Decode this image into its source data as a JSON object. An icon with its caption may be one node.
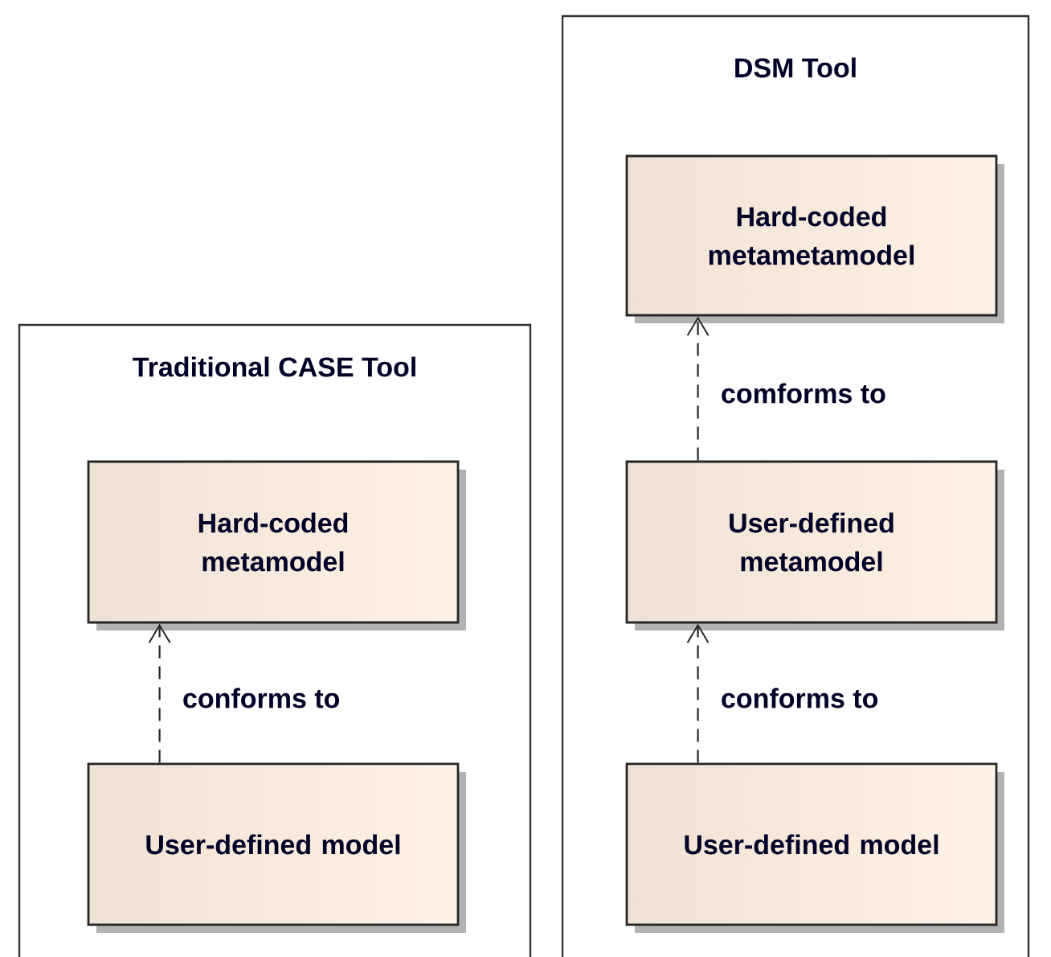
{
  "diagram": {
    "nodes": [
      {
        "text": [
          "Traditional CASE Tool"
        ]
      },
      {
        "text": [
          "Hard-coded metamodel"
        ],
        "in": 0
      },
      {
        "text": [
          "User-defined model"
        ],
        "in": 0
      },
      {
        "text": [
          "DSM Tool"
        ]
      },
      {
        "text": [
          "Hard-coded metametamodel"
        ],
        "in": 3
      },
      {
        "text": [
          "User-defined metamodel"
        ],
        "in": 3
      },
      {
        "text": [
          "User-defined model"
        ],
        "in": 3
      }
    ],
    "edges": [
      {
        "from": 2,
        "to": 1,
        "arrow": "to",
        "style": "dashed",
        "label": "conforms to"
      },
      {
        "from": 5,
        "to": 4,
        "arrow": "to",
        "style": "dashed",
        "label": "comforms to"
      },
      {
        "from": 6,
        "to": 5,
        "arrow": "to",
        "style": "dashed",
        "label": "conforms to"
      }
    ]
  }
}
